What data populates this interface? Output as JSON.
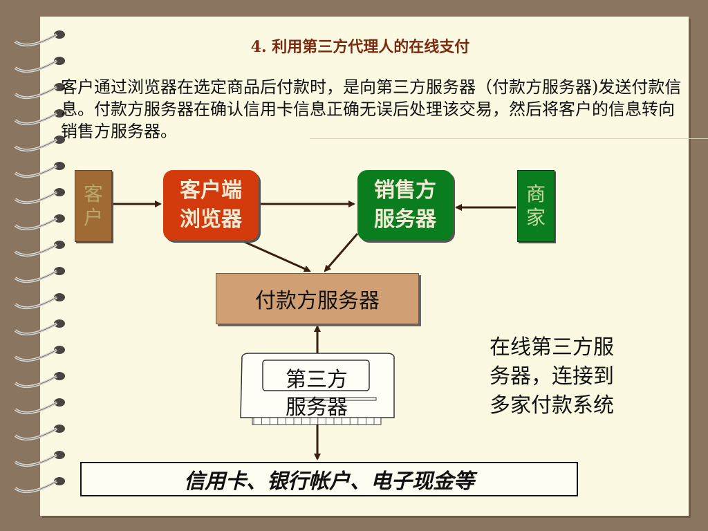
{
  "slide": {
    "title": "4.  利用第三方代理人的在线支付",
    "paragraph": "客户通过浏览器在选定商品后付款时，是向第三方服务器（付款方服务器)发送付款信息。付款方服务器在确认信用卡信息正确无误后处理该交易，然后将客户的信息转向销售方服务器。"
  },
  "diagram": {
    "customer": [
      "客",
      "户"
    ],
    "browser": [
      "客户端",
      "浏览器"
    ],
    "seller_server": [
      "销售方",
      "服务器"
    ],
    "merchant": [
      "商",
      "家"
    ],
    "payment_server": "付款方服务器",
    "third_party_server": [
      "第三方",
      "服务器"
    ],
    "note": [
      "在线第三方服",
      "务器，连接到",
      "多家付款系统"
    ],
    "payment_systems": "信用卡、银行帐户、电子现金等"
  },
  "colors": {
    "page": "#fbf9e1",
    "background": "#8a7560",
    "customer": "#a06a35",
    "browser": "#d33a0c",
    "seller": "#0a7d1e",
    "payment_server": "#d0a074",
    "title": "#7a2a10"
  },
  "icons": {
    "binding": "spiral-binding-icon",
    "server": "server-computer-icon"
  }
}
